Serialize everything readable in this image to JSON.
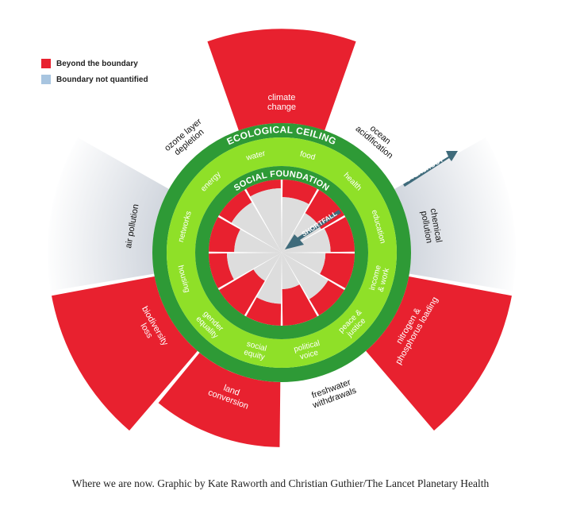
{
  "legend": {
    "beyond": {
      "label": "Beyond the boundary",
      "color": "#e8212f"
    },
    "not_quantified": {
      "label": "Boundary not quantified",
      "color": "#a8c5e0"
    }
  },
  "rings": {
    "ecological_ceiling": "ECOLOGICAL CEILING",
    "social_foundation": "SOCIAL FOUNDATION"
  },
  "arrows": {
    "overshoot": "OVERSHOOT",
    "shortfall": "SHORTFALL"
  },
  "ecological": [
    {
      "lines": [
        "climate",
        "change"
      ],
      "status": "beyond",
      "overshoot": 0.9
    },
    {
      "lines": [
        "ocean",
        "acidification"
      ],
      "status": "within",
      "overshoot": 0
    },
    {
      "lines": [
        "chemical",
        "pollution"
      ],
      "status": "not_quantified",
      "overshoot": 1
    },
    {
      "lines": [
        "nitrogen &",
        "phosphorus loading"
      ],
      "status": "beyond",
      "overshoot": 1
    },
    {
      "lines": [
        "freshwater",
        "withdrawals"
      ],
      "status": "within",
      "overshoot": 0
    },
    {
      "lines": [
        "land",
        "conversion"
      ],
      "status": "beyond",
      "overshoot": 0.62
    },
    {
      "lines": [
        "biodiversity",
        "loss"
      ],
      "status": "beyond",
      "overshoot": 1
    },
    {
      "lines": [
        "air pollution"
      ],
      "status": "not_quantified",
      "overshoot": 1
    },
    {
      "lines": [
        "ozone layer",
        "depletion"
      ],
      "status": "within",
      "overshoot": 0
    }
  ],
  "social": [
    {
      "lines": [
        "food"
      ],
      "shortfall": 0.24
    },
    {
      "lines": [
        "health"
      ],
      "shortfall": 0.37
    },
    {
      "lines": [
        "education"
      ],
      "shortfall": 0.33
    },
    {
      "lines": [
        "income",
        "& work"
      ],
      "shortfall": 0.4
    },
    {
      "lines": [
        "peace &",
        "justice"
      ],
      "shortfall": 0.26
    },
    {
      "lines": [
        "political",
        "voice"
      ],
      "shortfall": 0.5
    },
    {
      "lines": [
        "social",
        "equity"
      ],
      "shortfall": 0.3
    },
    {
      "lines": [
        "gender",
        "equality"
      ],
      "shortfall": 0.55
    },
    {
      "lines": [
        "housing"
      ],
      "shortfall": 0.25
    },
    {
      "lines": [
        "networks"
      ],
      "shortfall": 0.35
    },
    {
      "lines": [
        "energy"
      ],
      "shortfall": 0.2
    },
    {
      "lines": [
        "water"
      ],
      "shortfall": 0.12
    }
  ],
  "caption": "Where we are now. Graphic by Kate Raworth and Christian Guthier/The Lancet Planetary Health"
}
